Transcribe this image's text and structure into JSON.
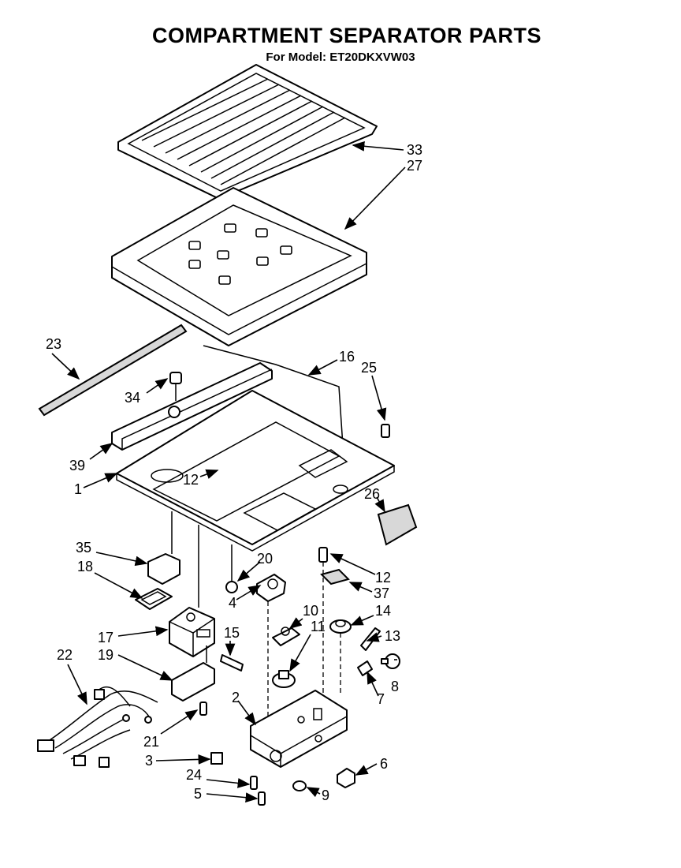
{
  "title": "COMPARTMENT SEPARATOR PARTS",
  "subtitle": "For Model: ET20DKXVW03",
  "callouts": {
    "c33": "33",
    "c27": "27",
    "c23": "23",
    "c16": "16",
    "c25": "25",
    "c34": "34",
    "c39": "39",
    "c1": "1",
    "c12a": "12",
    "c26": "26",
    "c35": "35",
    "c18": "18",
    "c20": "20",
    "c12b": "12",
    "c37": "37",
    "c4": "4",
    "c10": "10",
    "c14": "14",
    "c11": "11",
    "c15": "15",
    "c13": "13",
    "c17": "17",
    "c19": "19",
    "c22": "22",
    "c8": "8",
    "c7": "7",
    "c2": "2",
    "c21": "21",
    "c3": "3",
    "c6": "6",
    "c24": "24",
    "c5": "5",
    "c9": "9"
  },
  "colors": {
    "ink": "#000000",
    "paper": "#ffffff"
  }
}
